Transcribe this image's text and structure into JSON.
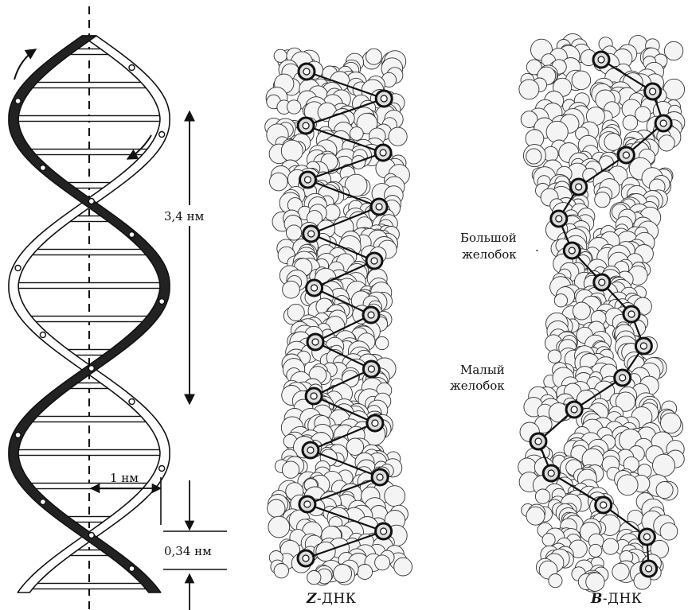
{
  "helix": {
    "pitch_label": "3,4 нм",
    "diameter_label": "1 нм",
    "rise_label": "0,34 нм"
  },
  "z_dna": {
    "caption_letter": "Z",
    "caption_rest": "-ДНК"
  },
  "b_dna": {
    "caption_letter": "B",
    "caption_rest": "-ДНК",
    "major_groove_line1": "Большой",
    "major_groove_line2": "желобок",
    "minor_groove_line1": "Малый",
    "minor_groove_line2": "желобок"
  }
}
